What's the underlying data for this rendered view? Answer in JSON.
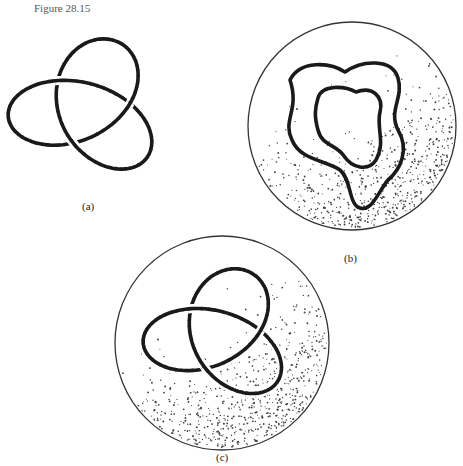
{
  "diagram": {
    "labels": [
      "Figure 28.15",
      "(a)",
      "(b)",
      "(c)"
    ]
  }
}
